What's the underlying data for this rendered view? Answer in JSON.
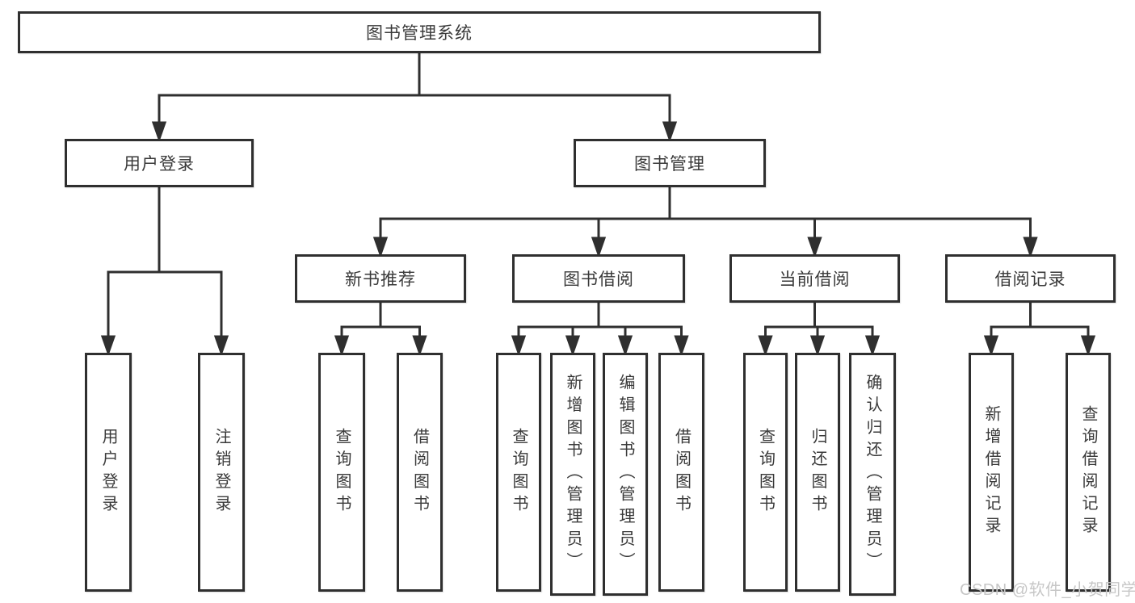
{
  "diagram": {
    "title": "图书管理系统",
    "root": {
      "label": "图书管理系统"
    },
    "level2": [
      {
        "label": "用户登录"
      },
      {
        "label": "图书管理"
      }
    ],
    "level3": [
      {
        "label": "新书推荐"
      },
      {
        "label": "图书借阅"
      },
      {
        "label": "当前借阅"
      },
      {
        "label": "借阅记录"
      }
    ],
    "leaves": [
      {
        "label": "用户登录",
        "parent": "用户登录"
      },
      {
        "label": "注销登录",
        "parent": "用户登录"
      },
      {
        "label": "查询图书",
        "parent": "新书推荐"
      },
      {
        "label": "借阅图书",
        "parent": "新书推荐"
      },
      {
        "label": "查询图书",
        "parent": "图书借阅"
      },
      {
        "label": "新增图书（管理员）",
        "parent": "图书借阅"
      },
      {
        "label": "编辑图书（管理员）",
        "parent": "图书借阅"
      },
      {
        "label": "借阅图书",
        "parent": "图书借阅"
      },
      {
        "label": "查询图书",
        "parent": "当前借阅"
      },
      {
        "label": "归还图书",
        "parent": "当前借阅"
      },
      {
        "label": "确认归还（管理员）",
        "parent": "当前借阅"
      },
      {
        "label": "新增借阅记录",
        "parent": "借阅记录"
      },
      {
        "label": "查询借阅记录",
        "parent": "借阅记录"
      }
    ]
  },
  "watermark": {
    "text": "CSDN @软件_小贺同学",
    "color": "#c7c7c7"
  },
  "colors": {
    "line": "#2f2f2f",
    "text": "#3a3a3a",
    "background": "#ffffff"
  }
}
